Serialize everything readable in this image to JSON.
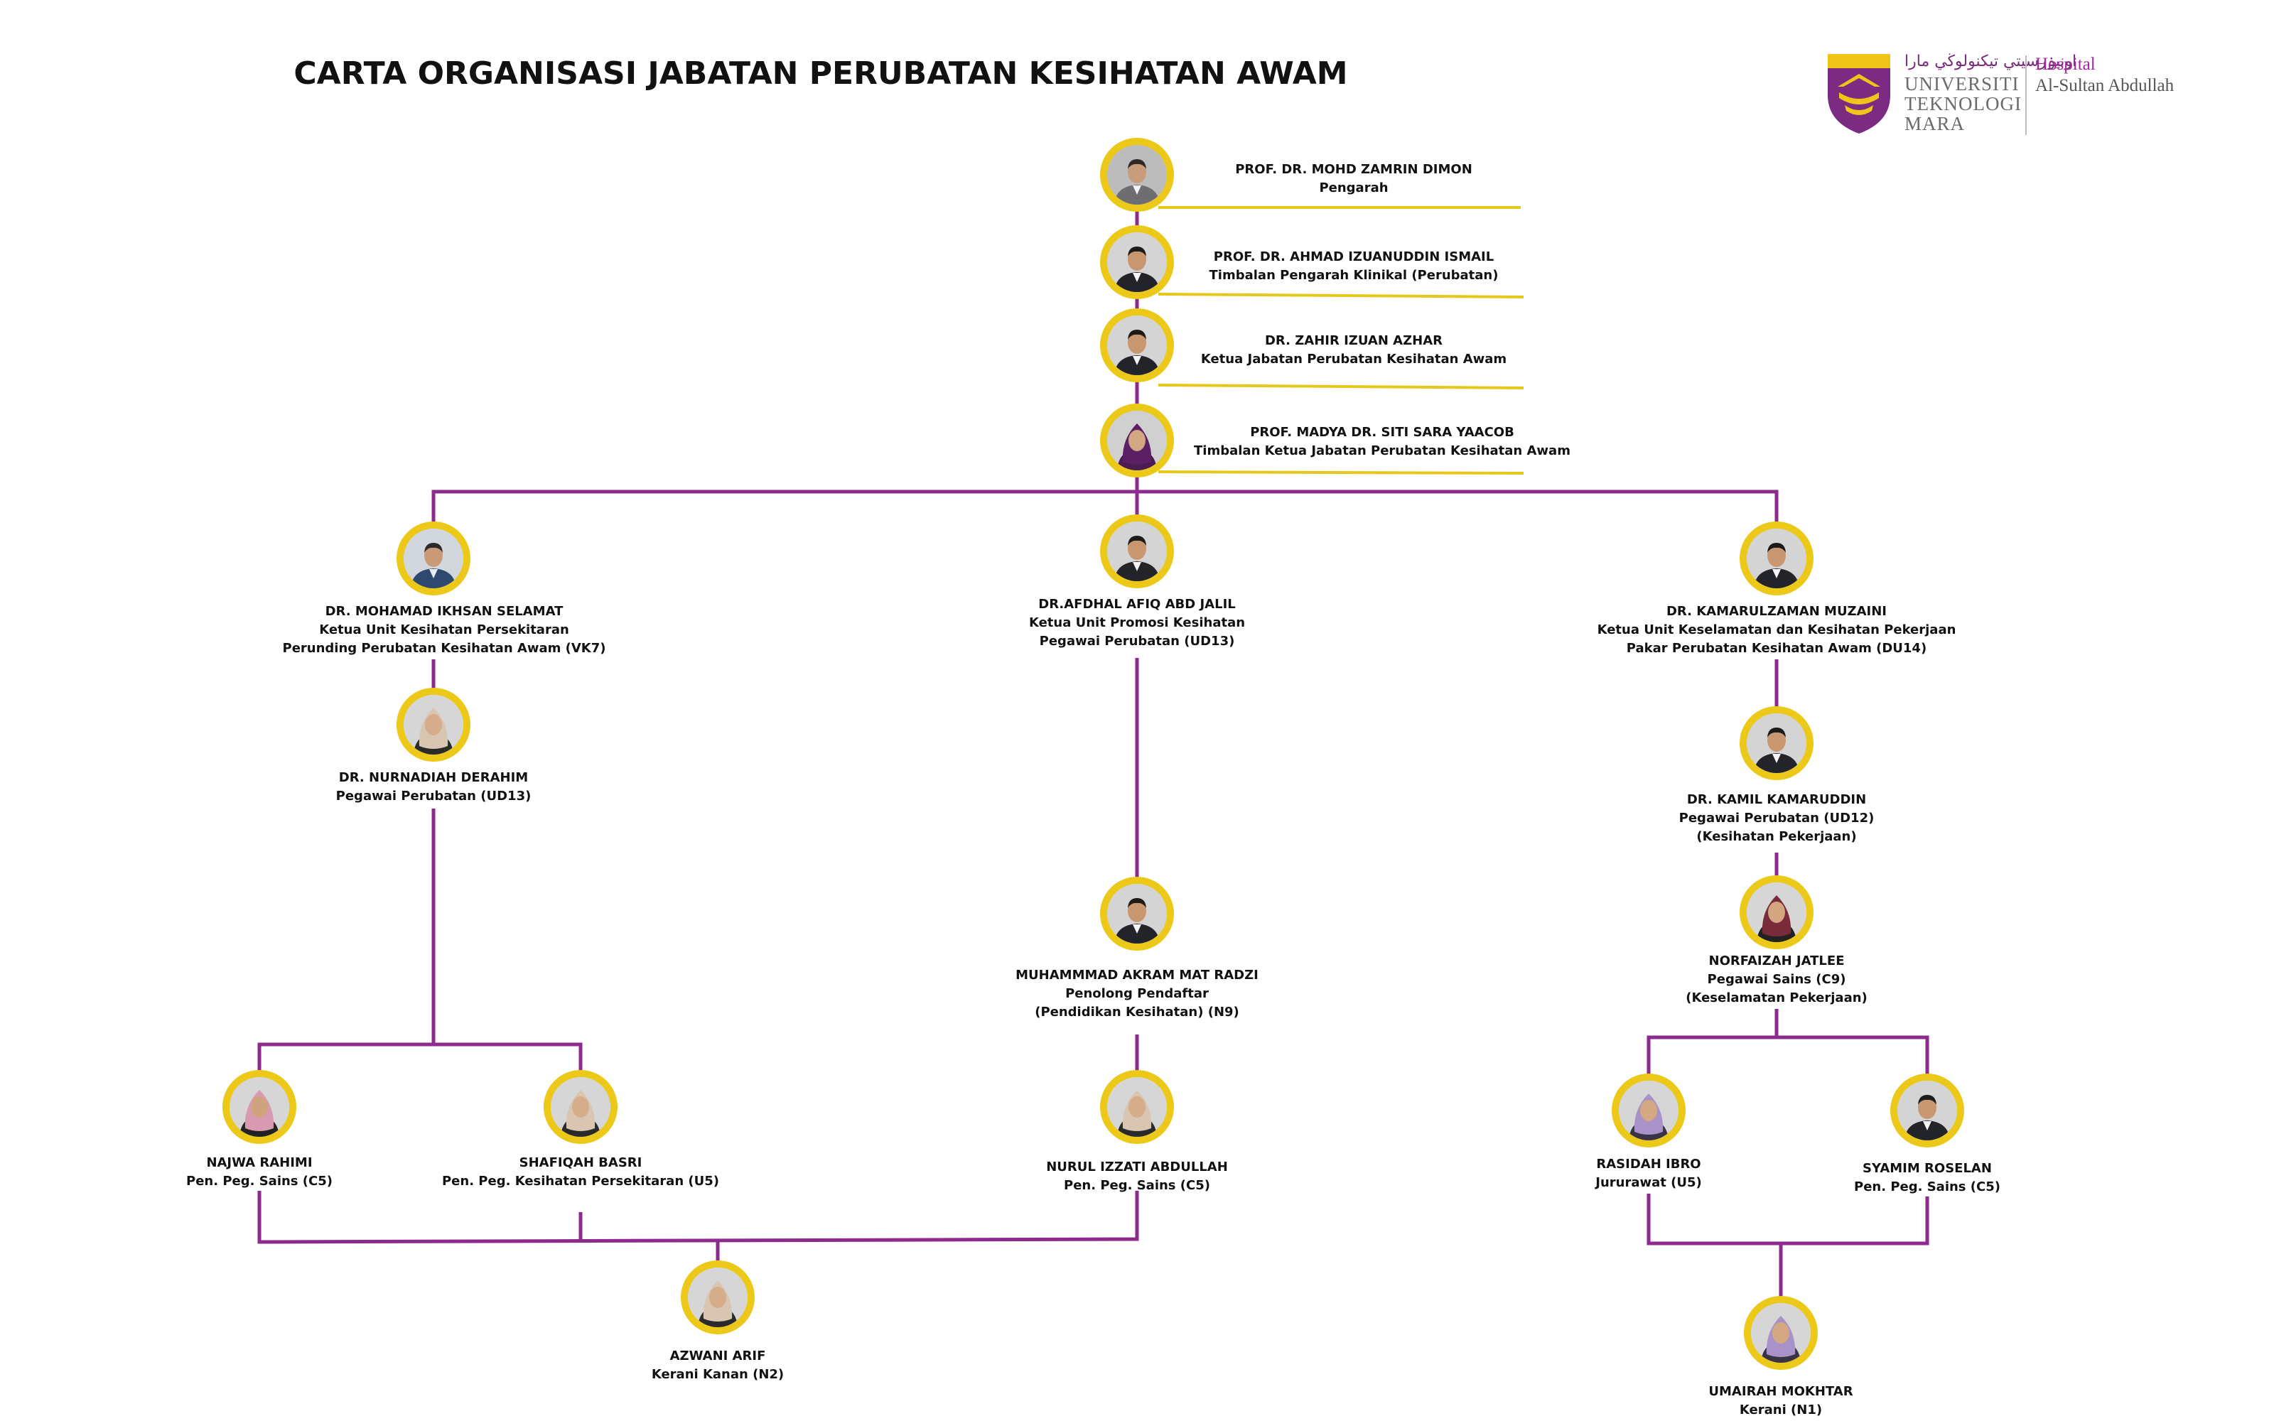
{
  "title": "CARTA ORGANISASI JABATAN PERUBATAN KESIHATAN AWAM",
  "logo": {
    "arabic": "اونيۏرسيتي تيكنولوڬي مارا",
    "university_lines": [
      "UNIVERSITI",
      "TEKNOLOGI",
      "MARA"
    ],
    "hospital_line1": "Hospital",
    "hospital_line2": "Al-Sultan Abdullah"
  },
  "colors": {
    "connector": "#8e2a8e",
    "accent_line": "#e6c71c",
    "ring": "#ecc918"
  },
  "people": [
    {
      "id": "zamrin",
      "name": "PROF. DR. MOHD ZAMRIN DIMON",
      "roles": [
        "Pengarah"
      ],
      "attire": "grey-suit"
    },
    {
      "id": "izuanuddin",
      "name": "PROF. DR. AHMAD IZUANUDDIN ISMAIL",
      "roles": [
        "Timbalan Pengarah Klinikal (Perubatan)"
      ],
      "attire": "dark-suit"
    },
    {
      "id": "zahir",
      "name": "DR. ZAHIR IZUAN AZHAR",
      "roles": [
        "Ketua Jabatan Perubatan Kesihatan Awam"
      ],
      "attire": "dark-suit"
    },
    {
      "id": "sitisara",
      "name": "PROF. MADYA DR. SITI SARA YAACOB",
      "roles": [
        "Timbalan Ketua Jabatan Perubatan Kesihatan Awam"
      ],
      "attire": "hijab-purple"
    },
    {
      "id": "ikhsan",
      "name": "DR. MOHAMAD IKHSAN SELAMAT",
      "roles": [
        "Ketua Unit Kesihatan Persekitaran",
        "Perunding Perubatan Kesihatan Awam (VK7)"
      ],
      "attire": "blue-suit"
    },
    {
      "id": "afdhal",
      "name": "DR.AFDHAL AFIQ ABD JALIL",
      "roles": [
        "Ketua Unit Promosi Kesihatan",
        "Pegawai Perubatan (UD13)"
      ],
      "attire": "dark-suit"
    },
    {
      "id": "kamarulzaman",
      "name": "DR. KAMARULZAMAN MUZAINI",
      "roles": [
        "Ketua Unit Keselamatan dan Kesihatan Pekerjaan",
        "Pakar Perubatan Kesihatan Awam (DU14)"
      ],
      "attire": "dark-suit"
    },
    {
      "id": "nurnadiah",
      "name": "DR. NURNADIAH DERAHIM",
      "roles": [
        "Pegawai Perubatan (UD13)"
      ],
      "attire": "hijab-beige"
    },
    {
      "id": "kamil",
      "name": "DR. KAMIL KAMARUDDIN",
      "roles": [
        "Pegawai Perubatan (UD12)",
        "(Kesihatan Pekerjaan)"
      ],
      "attire": "dark-suit"
    },
    {
      "id": "akram",
      "name": "MUHAMMMAD AKRAM MAT RADZI",
      "roles": [
        "Penolong Pendaftar",
        "(Pendidikan Kesihatan) (N9)"
      ],
      "attire": "dark-suit"
    },
    {
      "id": "norfaizah",
      "name": "NORFAIZAH JATLEE",
      "roles": [
        "Pegawai Sains (C9)",
        "(Keselamatan Pekerjaan)"
      ],
      "attire": "hijab-maroon"
    },
    {
      "id": "najwa",
      "name": "NAJWA RAHIMI",
      "roles": [
        "Pen. Peg. Sains (C5)"
      ],
      "attire": "hijab-pink"
    },
    {
      "id": "shafiqah",
      "name": "SHAFIQAH BASRI",
      "roles": [
        "Pen. Peg. Kesihatan Persekitaran (U5)"
      ],
      "attire": "hijab-beige"
    },
    {
      "id": "izzati",
      "name": "NURUL IZZATI ABDULLAH",
      "roles": [
        "Pen. Peg. Sains (C5)"
      ],
      "attire": "hijab-beige"
    },
    {
      "id": "rasidah",
      "name": "RASIDAH IBRO",
      "roles": [
        "Jururawat (U5)"
      ],
      "attire": "hijab-lilac"
    },
    {
      "id": "syamim",
      "name": "SYAMIM ROSELAN",
      "roles": [
        "Pen. Peg. Sains (C5)"
      ],
      "attire": "dark-suit"
    },
    {
      "id": "azwani",
      "name": "AZWANI ARIF",
      "roles": [
        "Kerani Kanan (N2)"
      ],
      "attire": "hijab-beige"
    },
    {
      "id": "umairah",
      "name": "UMAIRAH MOKHTAR",
      "roles": [
        "Kerani (N1)"
      ],
      "attire": "hijab-lilac"
    }
  ]
}
